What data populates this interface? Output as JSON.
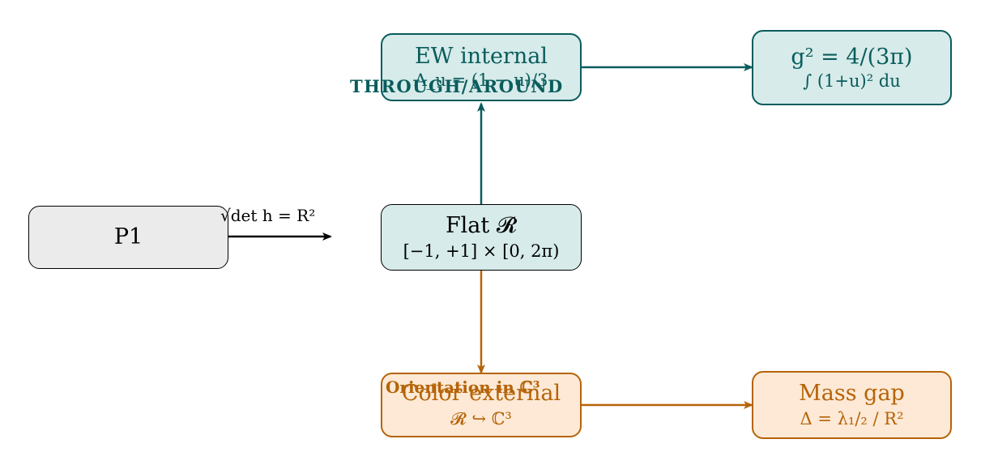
{
  "nodes": {
    "p1": {
      "title": "P1"
    },
    "flat": {
      "title": "Flat 𝓡",
      "sub": "[−1, +1] × [0, 2π)"
    },
    "ew": {
      "title": "EW internal",
      "sub": "A_u = (1 − u)/3"
    },
    "coupling": {
      "title": "g² = 4/(3π)",
      "sub": "∫ (1+u)² du"
    },
    "color": {
      "title": "Color external",
      "sub": "𝓡 ↪ ℂ³"
    },
    "mass": {
      "title": "Mass gap",
      "sub": "Δ = λ₁/₂ / R²"
    }
  },
  "edge_labels": {
    "p1_to_flat": "√det h = R²",
    "flat_to_ew": "THROUGH/AROUND",
    "flat_to_color": "Orientation in ℂ³"
  },
  "colors": {
    "teal": "#0a5c5c",
    "orange": "#b56408",
    "black": "#000000"
  }
}
